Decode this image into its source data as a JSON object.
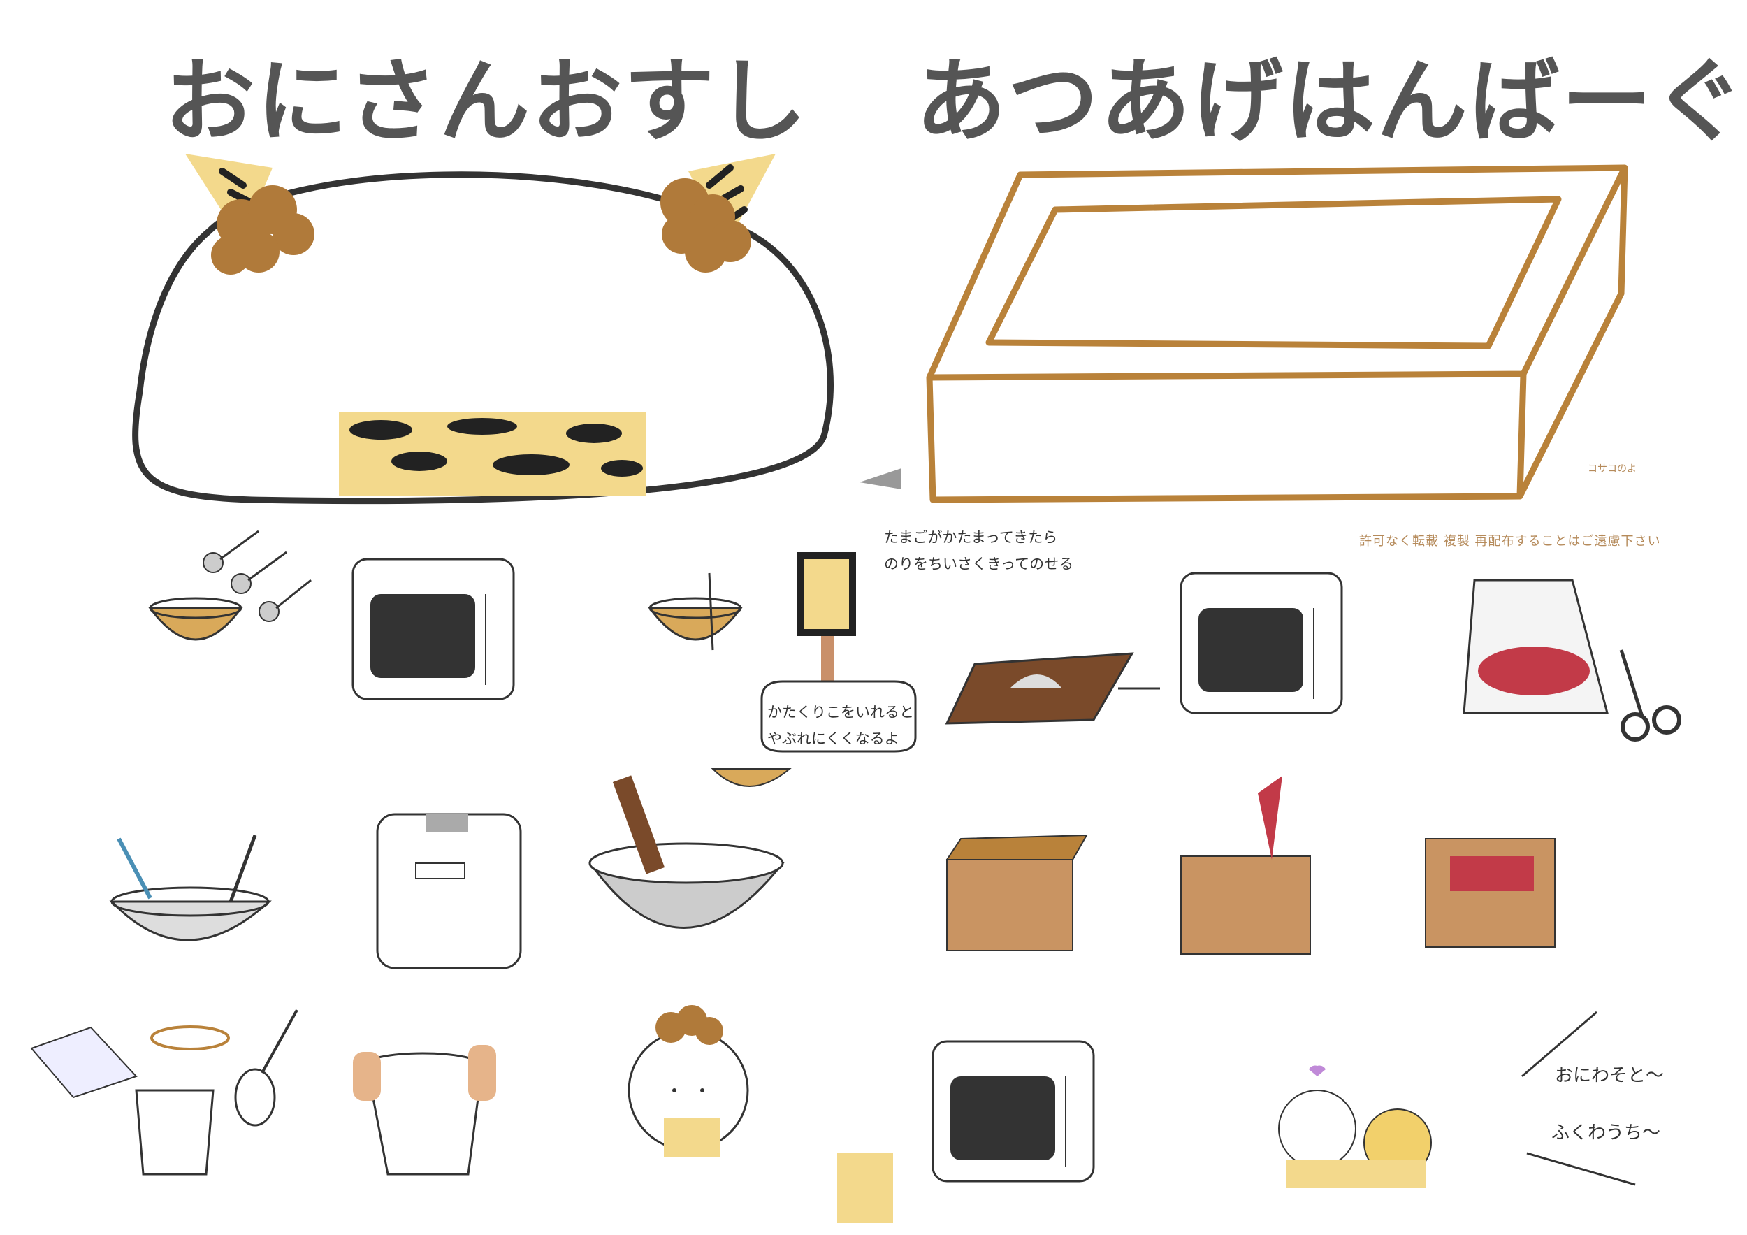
{
  "titles": {
    "left": "おにさんおすし",
    "right": "あつあげはんばーぐ"
  },
  "notes": {
    "egg_tip_line1": "たまごがかたまってきたら",
    "egg_tip_line2": "のりをちいさくきってのせる",
    "starch_tip_line1": "かたくりこをいれると",
    "starch_tip_line2": "やぶれにくくなるよ"
  },
  "copyright": "許可なく転載 複製 再配布することはご遠慮下さい",
  "signature": "コサコのよ",
  "greeting": {
    "line1": "おにわそと〜",
    "line2": "ふくわうち〜"
  },
  "colors": {
    "title_gray": "#555555",
    "tofu_brown": "#b9823a",
    "oni_yellow": "#f3d98c",
    "hair_brown": "#b07a3a",
    "meat_red": "#c23a48"
  }
}
